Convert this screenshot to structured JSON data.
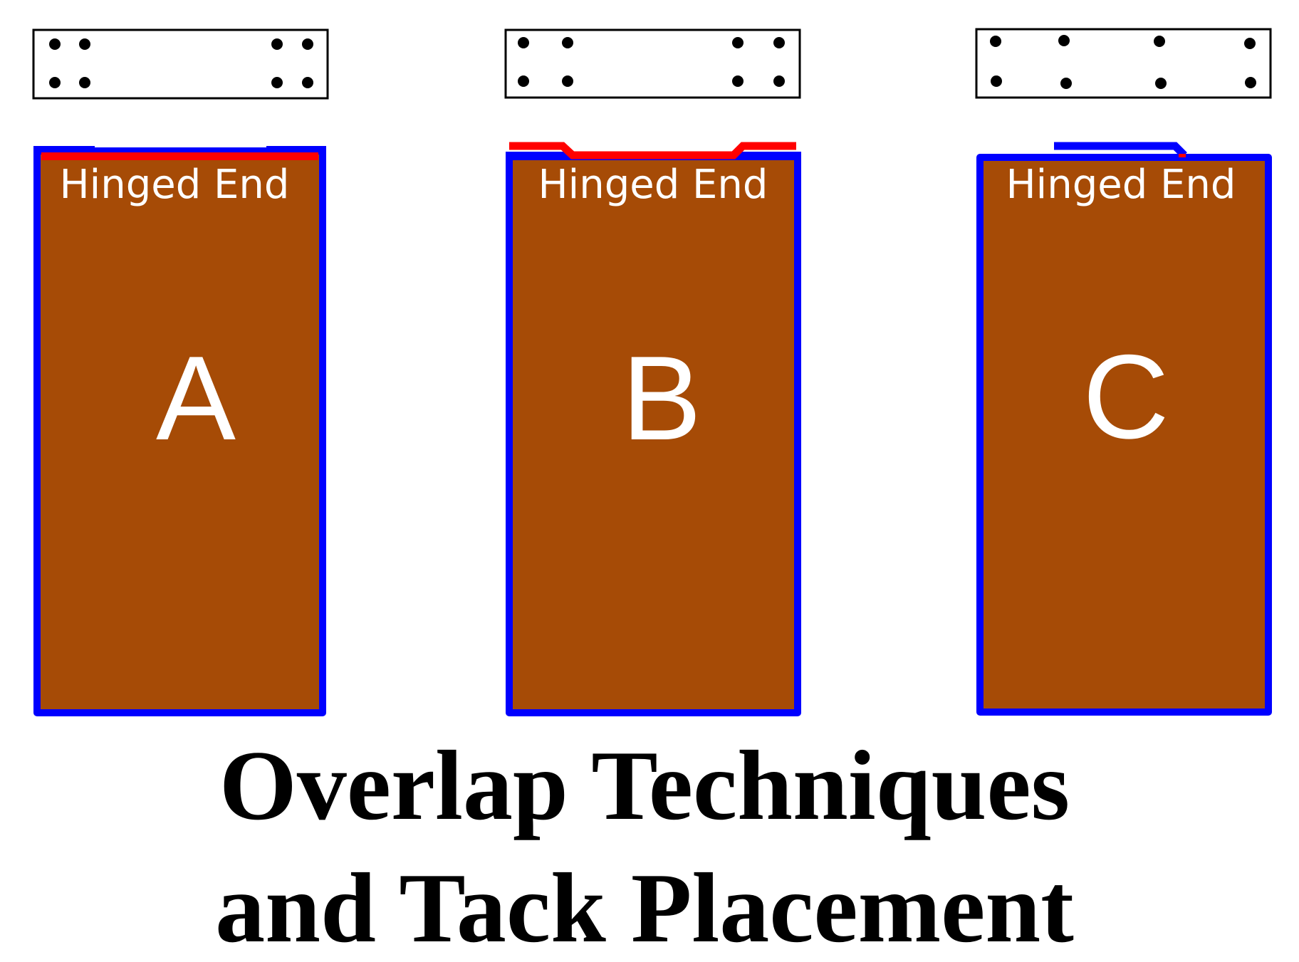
{
  "colors": {
    "panel_fill": "#A64B06",
    "outline_blue": "#0000FF",
    "edge_red": "#FF0000",
    "tack_black": "#000000",
    "label_white": "#FFFFFF"
  },
  "panels": [
    {
      "letter": "A",
      "hinge_label": "Hinged End",
      "tack_count": 8,
      "technique": "red strip inset between blue end tabs"
    },
    {
      "letter": "B",
      "hinge_label": "Hinged End",
      "tack_count": 8,
      "technique": "red strip overlapping and stepping over the blue edge"
    },
    {
      "letter": "C",
      "hinge_label": "Hinged End",
      "tack_count": 8,
      "technique": "blue strip raised on top of the edge"
    }
  ],
  "title": {
    "line1": "Overlap Techniques",
    "line2": "and Tack Placement"
  }
}
